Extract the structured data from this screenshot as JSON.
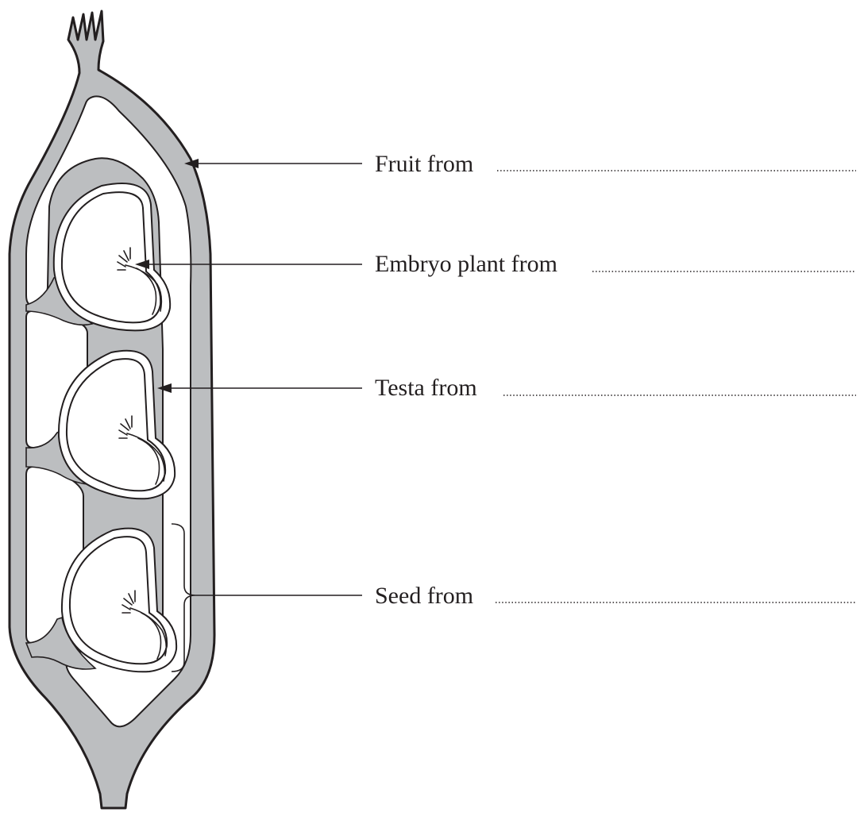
{
  "labels": {
    "fruit": "Fruit from",
    "embryo": "Embryo plant from",
    "testa": "Testa from",
    "seed": "Seed from"
  },
  "colors": {
    "pod_wall": "#bcbec0",
    "outline": "#231f20",
    "background": "#ffffff"
  }
}
